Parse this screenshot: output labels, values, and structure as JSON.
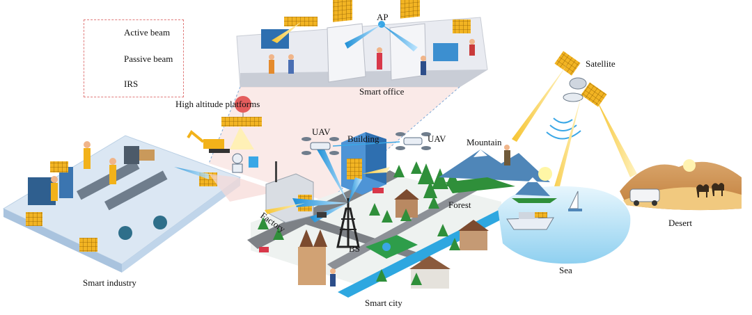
{
  "legend": {
    "active_beam": "Active beam",
    "passive_beam": "Passive beam",
    "irs": "IRS"
  },
  "labels": {
    "ap": "AP",
    "smart_office": "Smart office",
    "high_altitude_platforms": "High altitude platforms",
    "uav_left": "UAV",
    "uav_right": "UAV",
    "building": "Building",
    "mountain": "Mountain",
    "satellite": "Satellite",
    "forest": "Forest",
    "factory": "Factory",
    "bs": "BS",
    "sea": "Sea",
    "desert": "Desert",
    "smart_industry": "Smart industry",
    "smart_city": "Smart city"
  },
  "colors": {
    "active_beam": "#3aa7e6",
    "passive_beam": "#f3b21a",
    "irs": "#e6a91a",
    "legend_border": "#e07a7a",
    "office_floor": "#c9cdd6",
    "ground": "#d9e6f2",
    "road": "#7d8186",
    "sea": "#bfe3f6",
    "desert": "#d9a56a",
    "tree": "#2f8f3a"
  },
  "icons": [
    "irs-panel-icon",
    "uav-icon",
    "satellite-icon",
    "base-station-tower-icon",
    "balloon-icon",
    "excavator-icon",
    "robot-icon",
    "camel-icon",
    "car-icon",
    "ship-icon",
    "sailboat-icon"
  ]
}
